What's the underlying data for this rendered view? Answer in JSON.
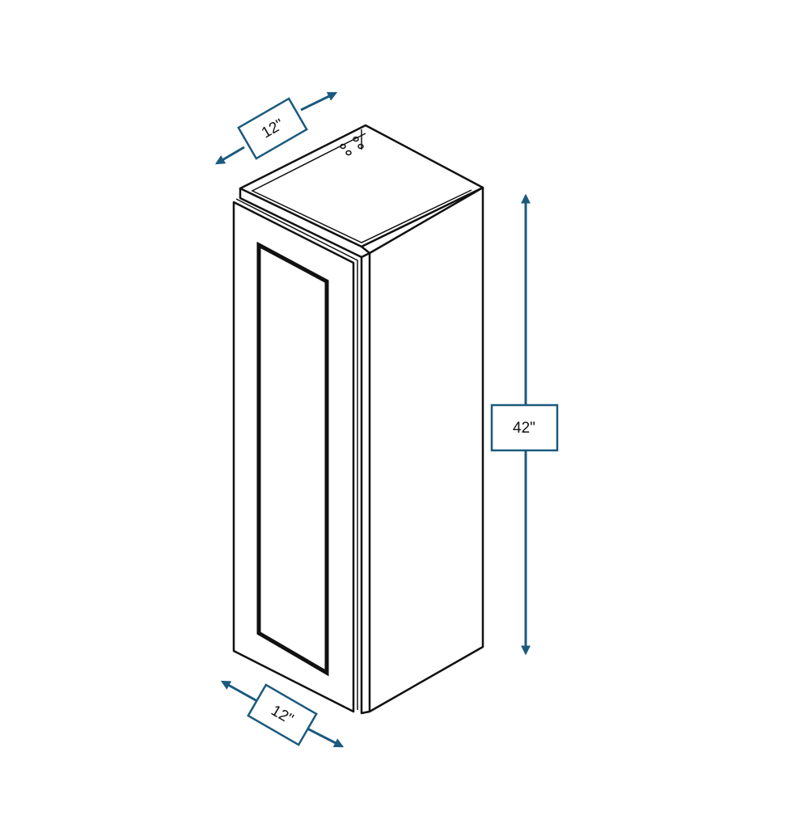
{
  "dimensions": {
    "width": "12\"",
    "depth": "12\"",
    "height": "42\""
  },
  "colors": {
    "dimension": "#1b5a7e",
    "outline": "#111111"
  }
}
